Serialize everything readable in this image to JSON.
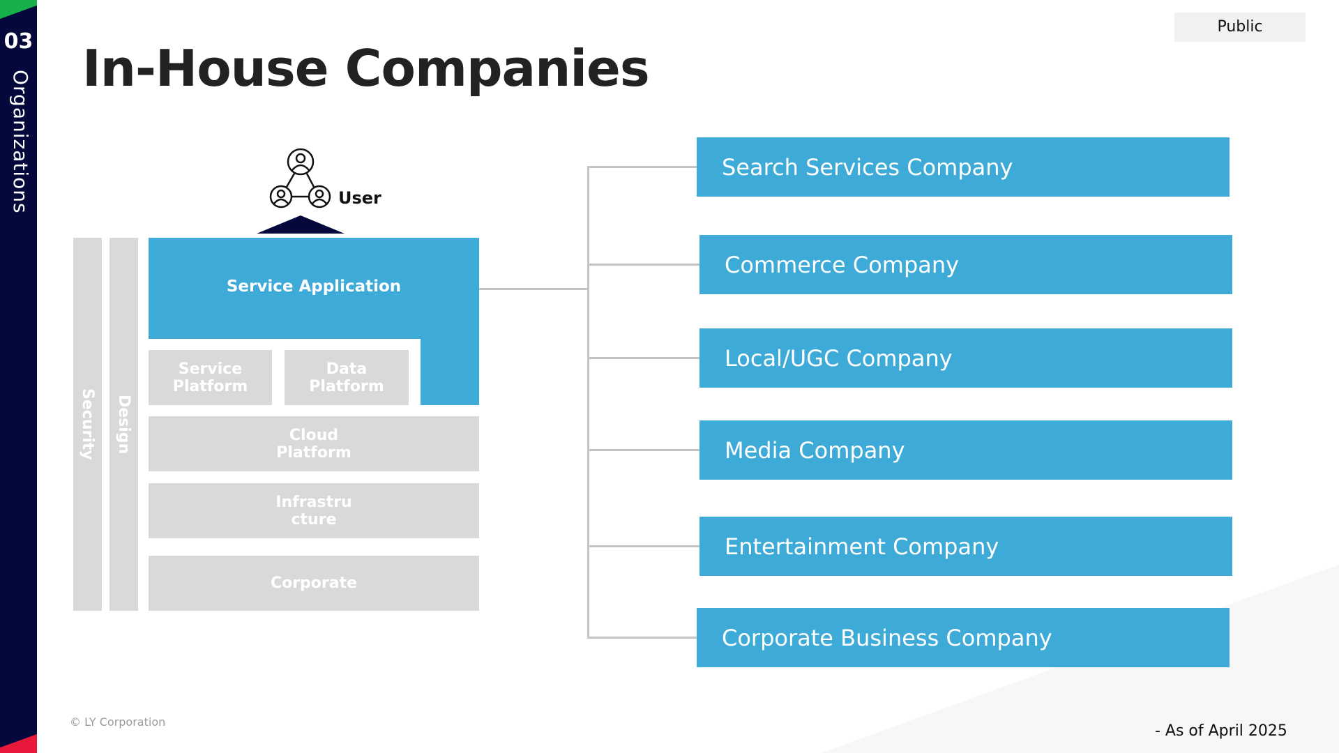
{
  "section": {
    "number": "03",
    "label": "Organizations"
  },
  "title": "In-House Companies",
  "badge": "Public",
  "diagram": {
    "user_label": "User",
    "service_application": "Service Application",
    "service_platform": "Service\nPlatform",
    "data_platform": "Data\nPlatform",
    "cloud_platform": "Cloud\nPlatform",
    "infrastructure": "Infrastru\ncture",
    "corporate": "Corporate",
    "security": "Security",
    "design": "Design"
  },
  "companies": [
    "Search Services Company",
    "Commerce Company",
    "Local/UGC Company",
    "Media Company",
    "Entertainment Company",
    "Corporate Business Company"
  ],
  "footer": {
    "copyright": "© LY Corporation",
    "as_of": "- As of April 2025"
  },
  "colors": {
    "accent_blue": "#3daad7",
    "rail_navy": "#05083a",
    "gray_block": "#d9d9d9"
  }
}
